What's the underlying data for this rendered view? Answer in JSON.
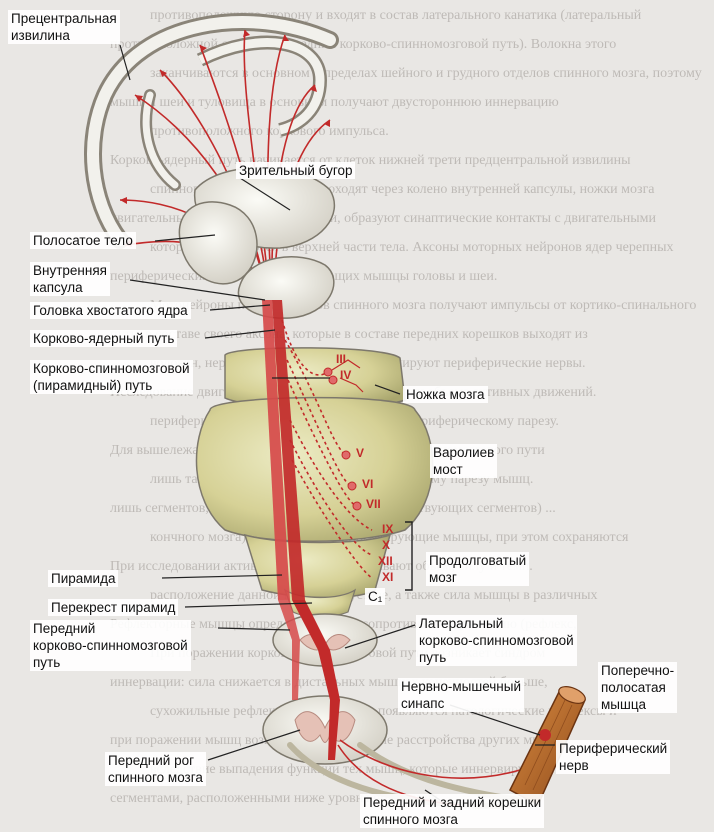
{
  "background_text": [
    "противоположную сторону и входят в состав латерального канатика (латеральный",
    "противоположной стороны (передний корково-спинномозговой путь). Волокна этого",
    "заканчиваются в основном в пределах шейного и грудного отделов спинного мозга, поэтому",
    "мышцы шеи и туловища в основном получают двустороннюю иннервацию",
    "противоположного коркового импульса.",
    "Корково-ядерный путь начинается от клеток нижней трети предцентральной извилины",
    "спинного мозга, их аксоны проходят через колено внутренней капсулы, ножки мозга",
    "двигательными корковыми сигналами, образуют синаптические контакты с двигательными",
    "которые сохраняются в верхней части тела. Аксоны моторных нейронов ядер черепных",
    "периферических нервов, иннервирующих мышцы головы и шеи.",
    "Мотонейроны передних рогов спинного мозга получают импульсы от кортико-спинального",
    "пути, в составе своего аксона, которые в составе передних корешков выходят из",
    "волокон, нервные клетки, их аксоны формируют периферические нервы.",
    "Исследование двигательной сферы включает оценку объема активных движений.",
    "периферического мотонейрона приводит к периферическому парезу.",
    "Для вышележащих сегментов поражение корково-спинномозгового пути",
    "лишь таковых уровней, приводит к центральному парезу мышц.",
    "лишь сегментов, выше уровня поражения (соответствующих сегментов) ...",
    "кончного мозга), мотонейроны, иннервирующие мышцы, при этом сохраняются",
    "При исследовании активных движений оценивают объем, силу и темп.",
    "расположение данной мышцы в суставе, а также сила мышцы в различных",
    "Рефлекторные мышцы определяют путем сопротивления движению (рефлекс,",
    "При поражении корково-спинномозговой пути возникает синдром",
    "иннервации: сила снижается в дистальных мышцах конечностей больше,",
    "сухожильные рефлексы повышаются, появляются патологические рефлексы и",
    "при поражении мышц возникают двигательные расстройства других мышц",
    "вследствие выпадения функции тех мышц, которые иннервируются",
    "сегментами, расположенными ниже уровня поражения..."
  ],
  "labels": {
    "precentral": [
      "Прецентральная",
      "извилина"
    ],
    "thalamus": "Зрительный бугор",
    "striatum": "Полосатое тело",
    "internal_capsule": [
      "Внутренняя",
      "капсула"
    ],
    "caudate_head": "Головка хвостатого ядра",
    "corticonuclear": "Корково-ядерный путь",
    "corticospinal": [
      "Корково-спинномозговой",
      "(пирамидный) путь"
    ],
    "cerebral_peduncle": "Ножка мозга",
    "pons": [
      "Варолиев",
      "мост"
    ],
    "medulla": [
      "Продолговатый",
      "мозг"
    ],
    "segment_c1": "C₁",
    "pyramid": "Пирамида",
    "pyramid_decussation": "Перекрест пирамид",
    "anterior_tract": [
      "Передний",
      "корково-спинномозговой",
      "путь"
    ],
    "lateral_tract": [
      "Латеральный",
      "корково-спинномозговой",
      "путь"
    ],
    "nmj": [
      "Нервно-мышечный",
      "синапс"
    ],
    "striated_muscle": [
      "Поперечно-",
      "полосатая",
      "мышца"
    ],
    "peripheral_nerve": [
      "Периферический",
      "нерв"
    ],
    "anterior_horn": [
      "Передний рог",
      "спинного мозга"
    ],
    "roots": [
      "Передний и задний корешки",
      "спинного мозга"
    ]
  },
  "nuclei_numerals": [
    "III",
    "IV",
    "V",
    "VI",
    "VII",
    "IX",
    "X",
    "XII",
    "XI"
  ],
  "colors": {
    "tract_red": "#c22a2a",
    "brainstem": "#d8d29a",
    "brain_outline": "#9a9484",
    "page_bg": "#e9e7e4",
    "muscle": "#b46a2c"
  }
}
